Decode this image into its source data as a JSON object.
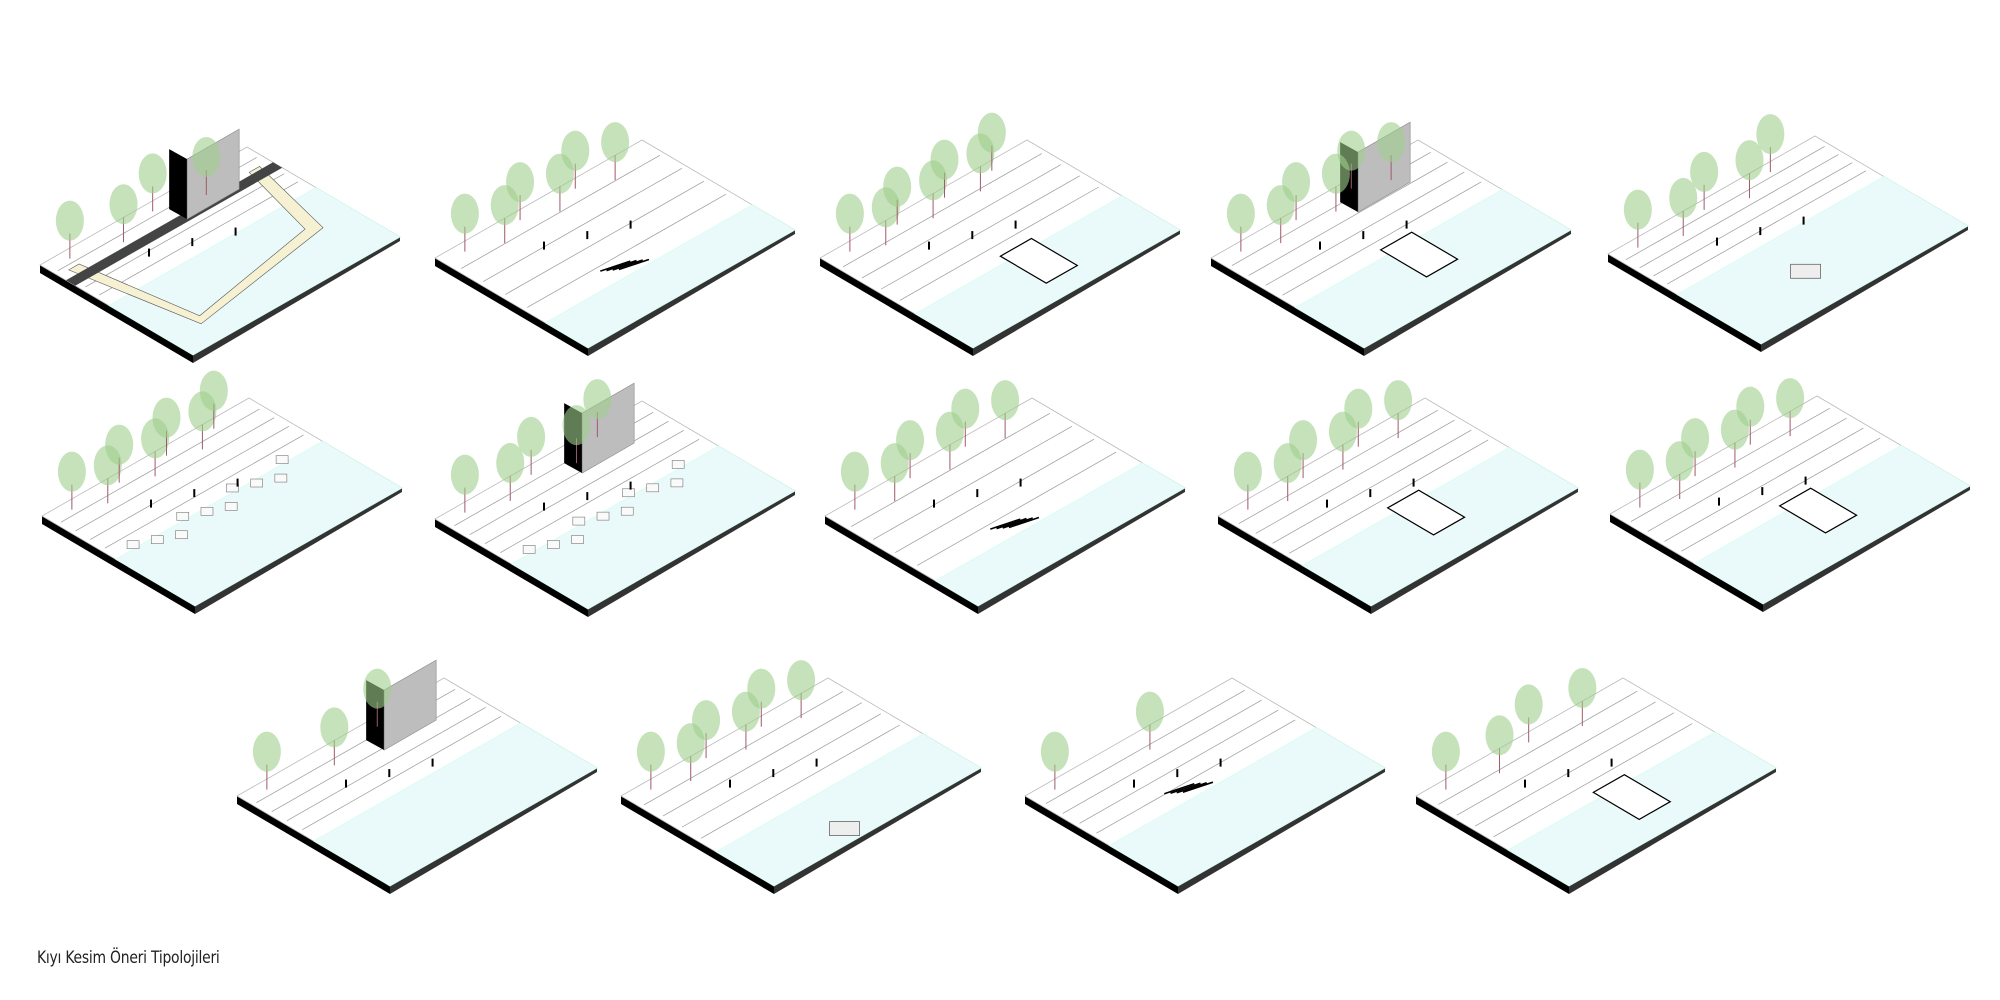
{
  "caption": "Kıyı Kesim Öneri Tipolojileri",
  "colors": {
    "land": "#ffffff",
    "water": "#eafafa",
    "slab": "#000000",
    "tree": "#9fce8c",
    "trunk": "#a05a6a",
    "building": "#bdbdbd",
    "path": "#f6f1d2"
  },
  "typologies": [
    {
      "water": 0.45,
      "trees": 4,
      "building": true,
      "path": true
    },
    {
      "water": 0.72,
      "trees": 6,
      "steps": true
    },
    {
      "water": 0.62,
      "trees": 7,
      "pier": true
    },
    {
      "water": 0.55,
      "trees": 6,
      "building": true,
      "pier": true
    },
    {
      "water": 0.45,
      "trees": 5,
      "boat": true
    },
    {
      "water": 0.48,
      "trees": 7,
      "rocks": true
    },
    {
      "water": 0.5,
      "trees": 5,
      "building": true,
      "rocks": true
    },
    {
      "water": 0.72,
      "trees": 6,
      "steps": true
    },
    {
      "water": 0.55,
      "trees": 6,
      "pier": true
    },
    {
      "water": 0.55,
      "trees": 6,
      "pier": true
    },
    {
      "water": 0.5,
      "trees": 3,
      "building": true
    },
    {
      "water": 0.62,
      "trees": 6,
      "boat": true
    },
    {
      "water": 0.55,
      "trees": 2,
      "steps": true
    },
    {
      "water": 0.6,
      "trees": 4,
      "pier": true
    }
  ]
}
